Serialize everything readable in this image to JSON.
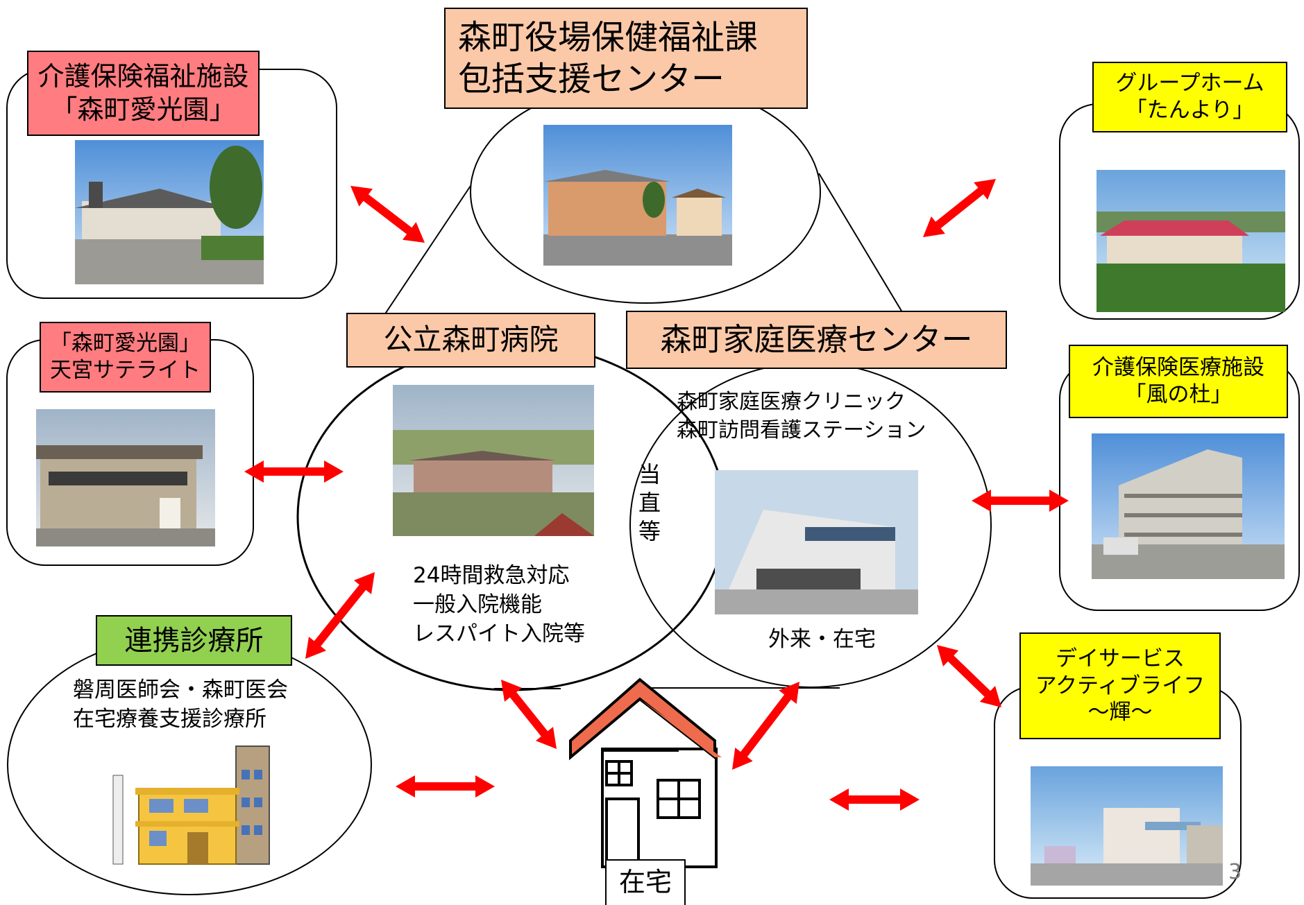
{
  "colors": {
    "arrow": "#ff0000",
    "label_pink": "#ff7c80",
    "label_peach": "#fcc9a8",
    "label_yellow": "#ffff00",
    "label_green": "#92d050"
  },
  "center": {
    "town_office": "森町役場保健福祉課\n包括支援センター",
    "hospital": "公立森町病院",
    "hospital_desc": "24時間救急対応\n一般入院機能\nレスパイト入院等",
    "family_center": "森町家庭医療センター",
    "family_center_desc": "森町家庭医療クリニック\n森町訪問看護ステーション",
    "family_center_sub": "外来・在宅",
    "overlap": "当\n直\n等"
  },
  "facilities": {
    "welfare_facility": "介護保険福祉施設\n「森町愛光園」",
    "satellite": "「森町愛光園」\n天宮サテライト",
    "partner_clinics": "連携診療所",
    "partner_clinics_desc": "磐周医師会・森町医会\n在宅療養支援診療所",
    "group_home": "グループホーム\n「たんより」",
    "medical_facility": "介護保険医療施設\n「風の杜」",
    "day_service": "デイサービス\nアクティブライフ\n～輝～"
  },
  "home": {
    "label": "在宅"
  },
  "page_number": "3",
  "icons": [
    "double-arrow-icon",
    "house-icon",
    "building-photo"
  ]
}
